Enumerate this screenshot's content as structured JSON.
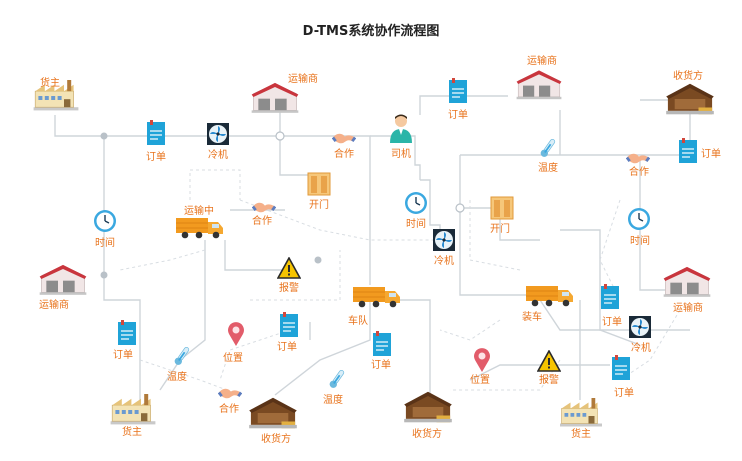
{
  "title": "D-TMS系统协作流程图",
  "labels": {
    "shipper": "货主",
    "carrier": "运输商",
    "consignee": "收货方",
    "order": "订单",
    "fridge": "冷机",
    "cooperate": "合作",
    "driver": "司机",
    "time": "时间",
    "in_transit": "运输中",
    "open_door": "开门",
    "temperature": "温度",
    "alarm": "报警",
    "location": "位置",
    "fleet": "车队",
    "loading": "装车"
  },
  "colors": {
    "label": "#e8731c",
    "line": "#cfd5da",
    "truck": "#f29a1f",
    "building_red": "#c9353d",
    "doc_blue": "#1fa3d8",
    "hand": "#f5b08a",
    "clock": "#3aa8e0",
    "fan": "#1a2a38",
    "alarm": "#f6c400",
    "pin": "#e25c6a"
  }
}
